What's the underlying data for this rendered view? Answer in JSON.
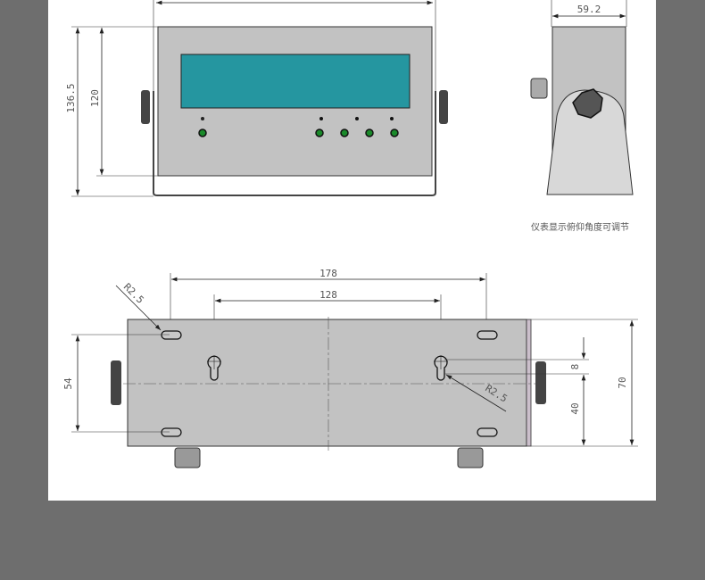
{
  "front_view": {
    "dim_total_height": "136.5",
    "dim_body_height": "120",
    "colors": {
      "display": "#2596a0",
      "body": "#c2c2c2",
      "led": "#1a8a2a"
    }
  },
  "side_view": {
    "dim_depth": "59.2",
    "caption": "仪表显示俯仰角度可调节"
  },
  "bottom_view": {
    "dim_slot_spacing": "178",
    "dim_keyhole_spacing": "128",
    "dim_radius_slot": "R2.5",
    "dim_radius_keyhole": "R2.5",
    "dim_slot_vertical": "54",
    "dim_depth": "70",
    "dim_keyhole_offset": "8",
    "dim_keyhole_to_edge": "40"
  }
}
